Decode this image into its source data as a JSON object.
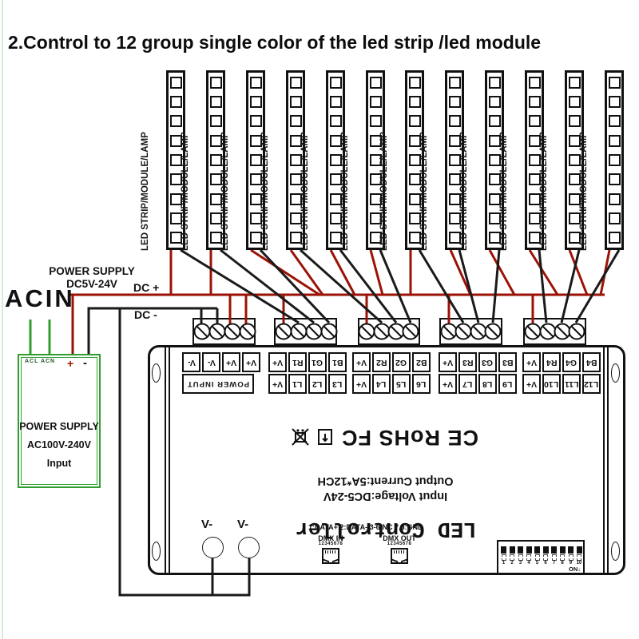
{
  "title": "2.Control to 12 group single color of the led strip /led module",
  "colors": {
    "wire_red": "#9b1206",
    "wire_black": "#1a1a1a",
    "wire_green": "#2f9e2f",
    "box_green": "#2f9e2f"
  },
  "labels": {
    "acin": "ACIN",
    "supply_head_line1": "POWER SUPPLY",
    "supply_head_line2": "DC5V-24V",
    "dc_plus": "DC +",
    "dc_minus": "DC -",
    "v_minus_left": "V-",
    "v_minus_right": "V-"
  },
  "power_supply_box": {
    "terminal_acl_acn": "ACL  ACN",
    "terminal_plus": "+",
    "terminal_minus": "-",
    "line1": "POWER SUPPLY",
    "line2": "AC100V-240V",
    "line3": "Input"
  },
  "strips": {
    "count": 12,
    "segments": 9,
    "label": "LED STRIP/MODULE/LAMP"
  },
  "controller": {
    "terminal_groups": [
      {
        "row1": [
          "V-",
          "V-",
          "V+",
          "V+"
        ],
        "row2": [
          "POWER INPUT"
        ]
      },
      {
        "row1": [
          "V+",
          "R1",
          "G1",
          "B1"
        ],
        "row2": [
          "V+",
          "L1",
          "L2",
          "L3"
        ]
      },
      {
        "row1": [
          "V+",
          "R2",
          "G2",
          "B2"
        ],
        "row2": [
          "V+",
          "L4",
          "L5",
          "L6"
        ]
      },
      {
        "row1": [
          "V+",
          "R3",
          "G3",
          "B3"
        ],
        "row2": [
          "V+",
          "L7",
          "L8",
          "L9"
        ]
      },
      {
        "row1": [
          "V+",
          "R4",
          "G4",
          "B4"
        ],
        "row2": [
          "V+",
          "L10",
          "L11",
          "L12"
        ]
      }
    ],
    "cert_text": "CE RoHS FC",
    "spec_line1": "Input Voltage:DC5-24V",
    "spec_line2": "Output Current:5A*12CH",
    "product_name": "LED Controller",
    "dmx_pins": "1:DATA+ 2:DATA- 3-6:NC 7,8:GND",
    "dmx_in_label": "DMX IN",
    "dmx_out_label": "DMX OUT",
    "dmx_digits": "12345678",
    "dip": {
      "numbers": [
        "1",
        "2",
        "3",
        "4",
        "5",
        "6",
        "7",
        "8",
        "9",
        "10"
      ],
      "on_label": "ON↓"
    }
  }
}
